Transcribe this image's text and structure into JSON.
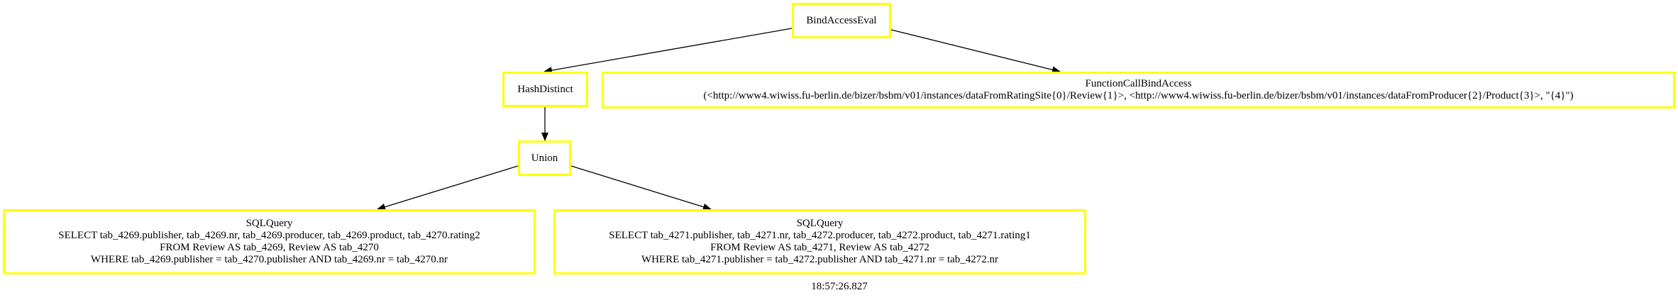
{
  "nodes": {
    "bind_access_eval": {
      "label": "BindAccessEval"
    },
    "hash_distinct": {
      "label": "HashDistinct"
    },
    "function_call_bind_access": {
      "lines": [
        "FunctionCallBindAccess",
        "(<http://www4.wiwiss.fu-berlin.de/bizer/bsbm/v01/instances/dataFromRatingSite{0}/Review{1}>, <http://www4.wiwiss.fu-berlin.de/bizer/bsbm/v01/instances/dataFromProducer{2}/Product{3}>, \"{4}\")"
      ]
    },
    "union": {
      "label": "Union"
    },
    "sql_query_1": {
      "lines": [
        "SQLQuery",
        "SELECT tab_4269.publisher, tab_4269.nr, tab_4269.producer, tab_4269.product, tab_4270.rating2",
        "FROM Review AS tab_4269, Review AS tab_4270",
        "WHERE tab_4269.publisher = tab_4270.publisher AND tab_4269.nr = tab_4270.nr"
      ]
    },
    "sql_query_2": {
      "lines": [
        "SQLQuery",
        "SELECT tab_4271.publisher, tab_4271.nr, tab_4272.producer, tab_4272.product, tab_4271.rating1",
        "FROM Review AS tab_4271, Review AS tab_4272",
        "WHERE tab_4271.publisher = tab_4272.publisher AND tab_4271.nr = tab_4272.nr"
      ]
    }
  },
  "timestamp": "18:57:26.827",
  "colors": {
    "node_border": "#ffff00",
    "edge": "#000000",
    "background": "#ffffff"
  }
}
